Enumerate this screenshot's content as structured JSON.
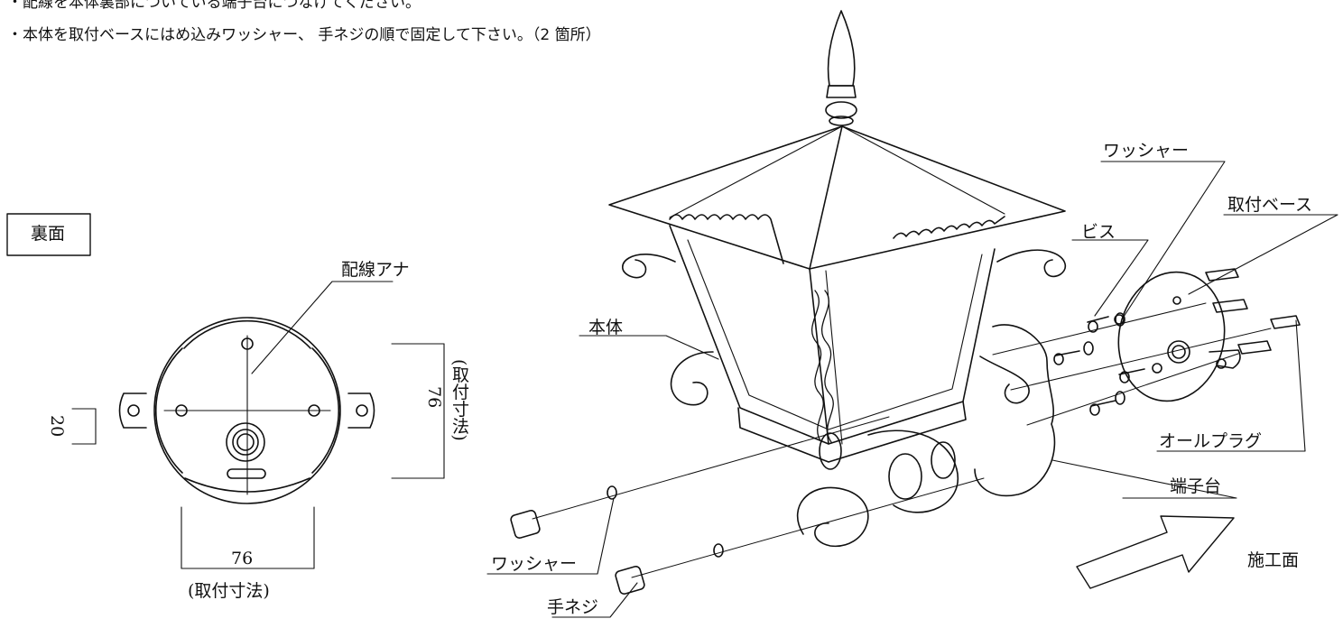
{
  "instructions": [
    "・配線を本体裏部についている端子台につなげてください。",
    "・本体を取付ベースにはめ込みワッシャー、 手ネジの順で固定して下さい。（2 箇所）"
  ],
  "back_view": {
    "title": "裏面",
    "hole_label": "配線アナ",
    "dim_height_value": "76",
    "dim_height_note": "(取付寸法)",
    "dim_width_value": "76",
    "dim_width_note": "(取付寸法)",
    "dim_tab_value": "20"
  },
  "exploded_view": {
    "labels": {
      "body": "本体",
      "screw": "ビス",
      "washer_top": "ワッシャー",
      "mount_base": "取付ベース",
      "wall_plug": "オールプラグ",
      "terminal_block": "端子台",
      "washer_bottom": "ワッシャー",
      "hand_screw": "手ネジ",
      "construction_surface": "施工面"
    }
  }
}
